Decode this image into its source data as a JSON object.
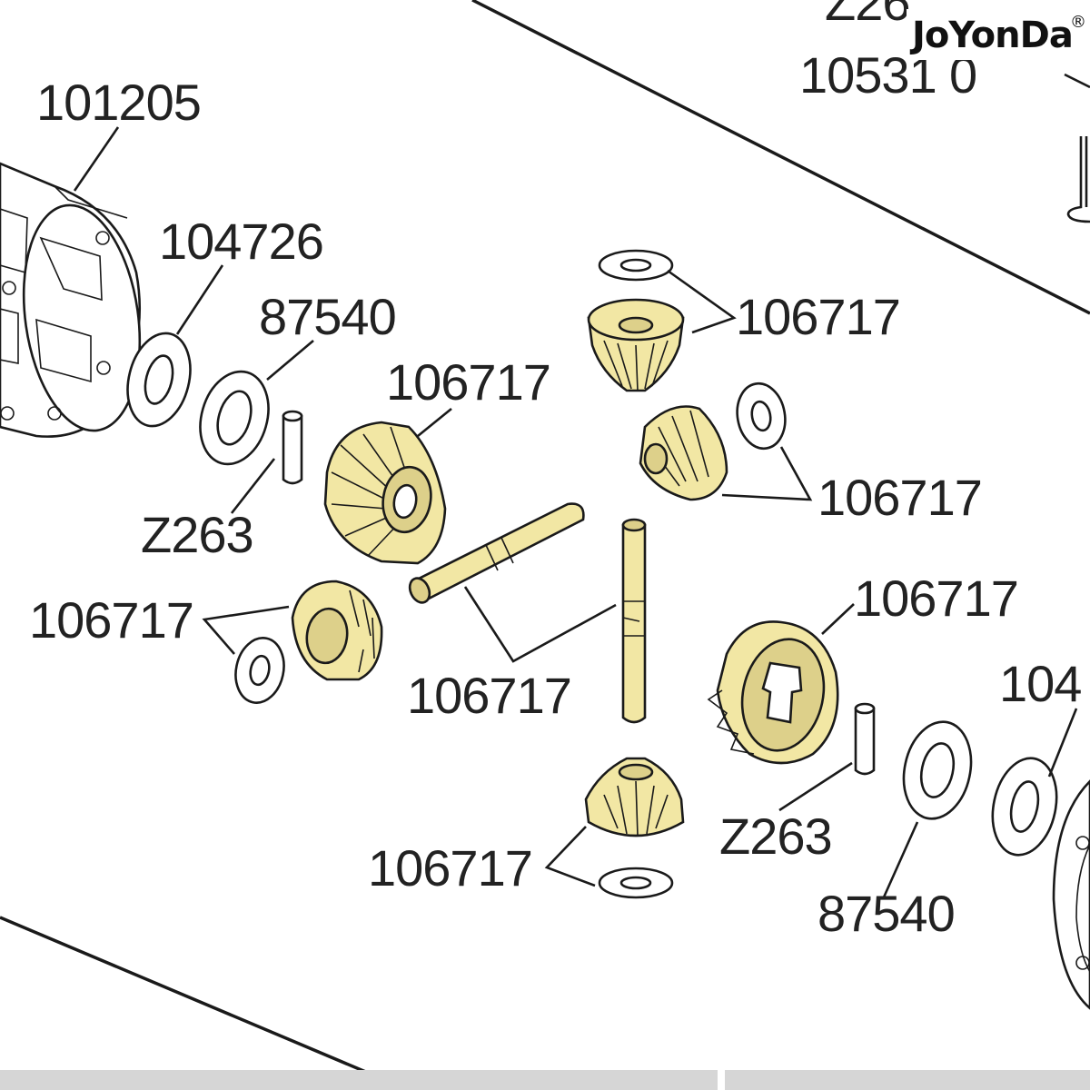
{
  "brand": {
    "name": "JoYonDa",
    "mark": "®"
  },
  "colors": {
    "part_fill": "#f2e7a4",
    "part_shade": "#ddd08a",
    "line": "#1a1a1a",
    "background": "#ffffff"
  },
  "labels": {
    "top_partial_1": "Z26",
    "top_partial_2": "10531",
    "top_partial_2_tail": "0",
    "case": "101205",
    "washer_left": "104726",
    "shim_left": "87540",
    "gear_large_left": "106717",
    "gear_top": "106717",
    "gear_right_small": "106717",
    "pin_left": "Z263",
    "gear_left_small": "106717",
    "shafts": "106717",
    "gear_large_right": "106717",
    "pin_right": "Z263",
    "gear_bottom": "106717",
    "shim_right": "87540",
    "washer_right_partial": "104"
  }
}
